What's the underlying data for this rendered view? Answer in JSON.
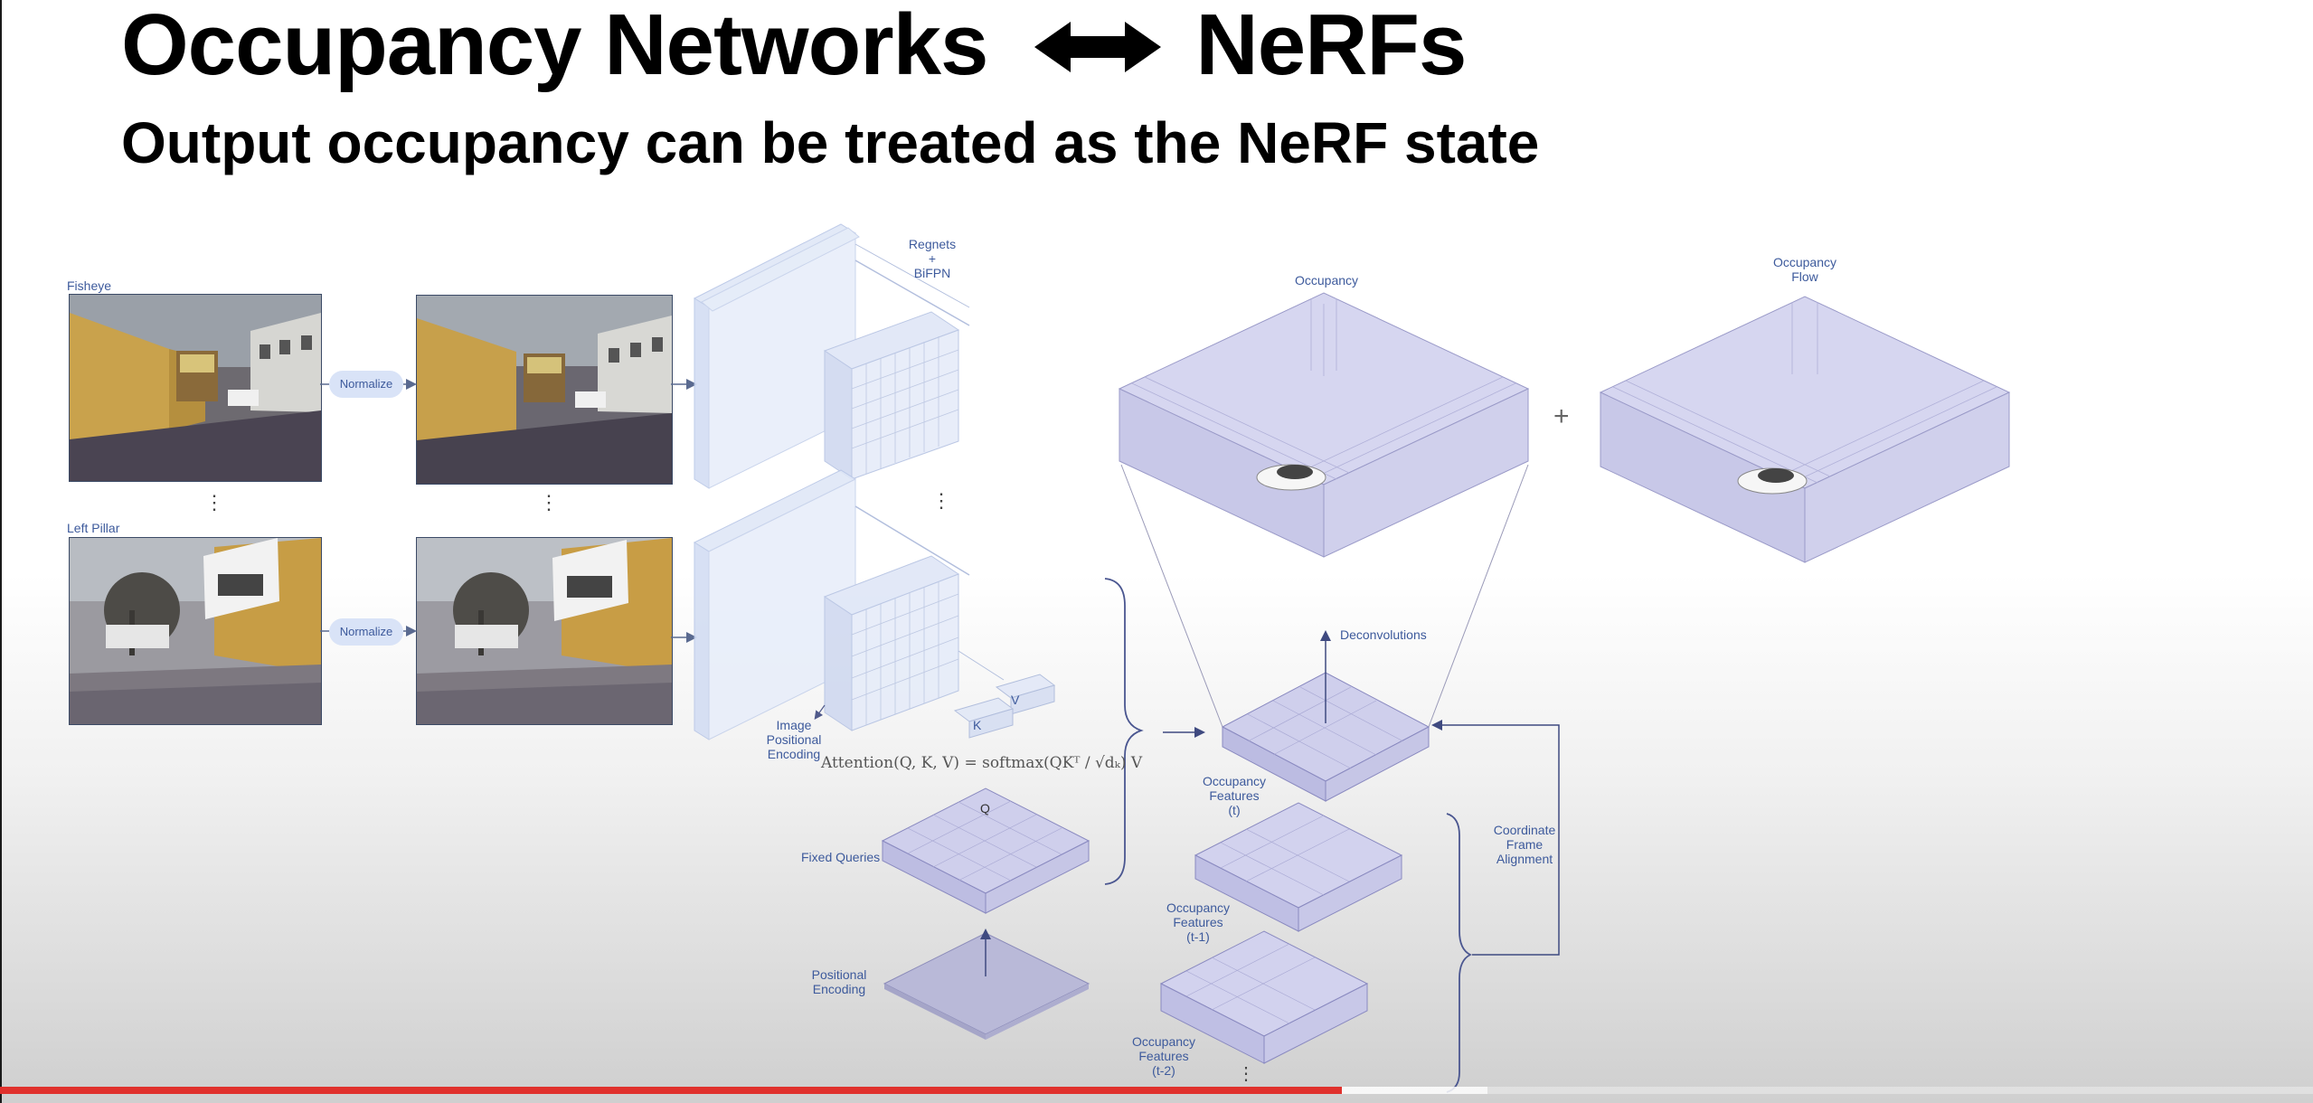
{
  "slide": {
    "title_left": "Occupancy Networks",
    "title_arrow": "⟷",
    "title_right": "NeRFs",
    "subtitle": "Output occupancy can be treated as the NeRF state"
  },
  "diagram": {
    "camera_fisheye": "Fisheye",
    "camera_left_pillar": "Left Pillar",
    "normalize": "Normalize",
    "regnets": [
      "Regnets",
      "+",
      "BiFPN"
    ],
    "image_positional_encoding": [
      "Image",
      "Positional",
      "Encoding"
    ],
    "v": "V",
    "k": "K",
    "q": "Q",
    "attention_formula": "Attention(Q, K, V) = softmax(QKᵀ / √dₖ) V",
    "fixed_queries": "Fixed Queries",
    "positional_encoding": [
      "Positional",
      "Encoding"
    ],
    "occupancy": "Occupancy",
    "occupancy_flow": [
      "Occupancy",
      "Flow"
    ],
    "plus": "+",
    "deconvolutions": "Deconvolutions",
    "occ_features_t": [
      "Occupancy",
      "Features",
      "(t)"
    ],
    "occ_features_t1": [
      "Occupancy",
      "Features",
      "(t-1)"
    ],
    "occ_features_t2": [
      "Occupancy",
      "Features",
      "(t-2)"
    ],
    "coordinate_frame_alignment": [
      "Coordinate",
      "Frame",
      "Alignment"
    ],
    "ellipsis": "⋮"
  },
  "player": {
    "progress_fraction": 0.58,
    "buffered_fraction": 0.643
  },
  "colors": {
    "accent_blue": "#3d5a9c",
    "box_fill": "#c9c9e6",
    "box_stroke": "#8a8ac0",
    "progress_red": "#e0312d"
  }
}
